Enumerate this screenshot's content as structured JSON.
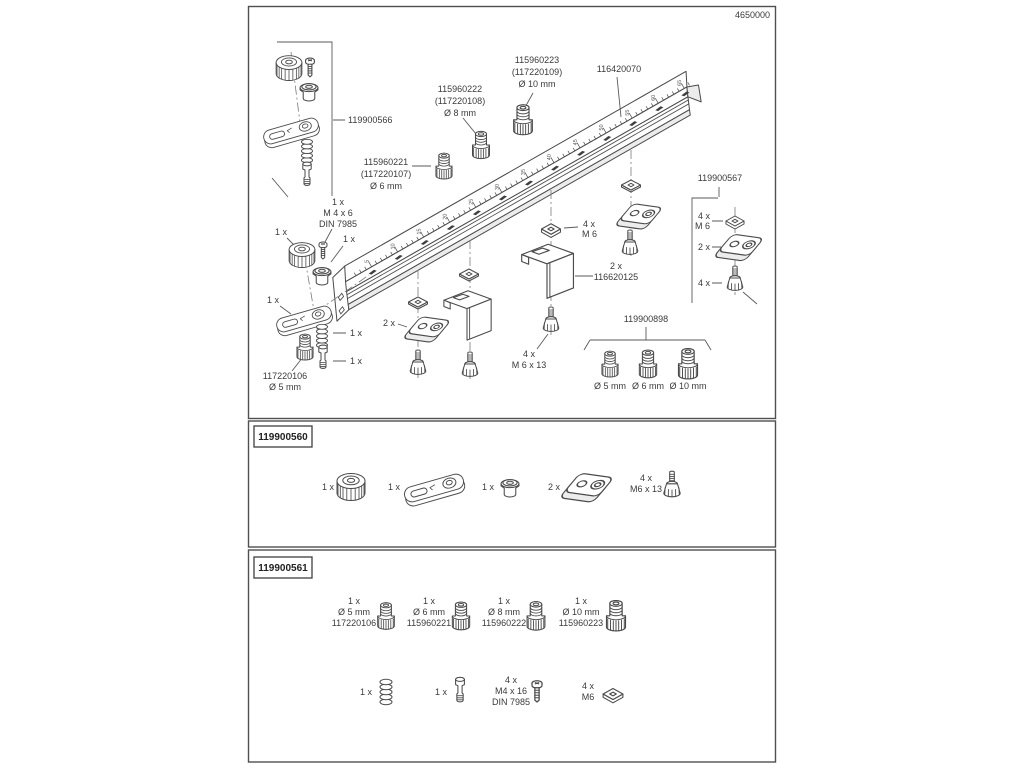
{
  "doc_number": "4650000",
  "qty": {
    "x1": "1 x",
    "x2": "2 x",
    "x4": "4 x"
  },
  "diagram": {
    "rail_part": "116420070",
    "rail_scale": [
      "5",
      "10",
      "15",
      "20",
      "25",
      "30",
      "35",
      "40",
      "45",
      "50",
      "55",
      "60",
      "65"
    ],
    "group_plate_assy": "119900566",
    "group_clamp_kit": "119900567",
    "group_bushing_kit": "119900898",
    "angle_bracket_part": "116620125",
    "m4_screw": {
      "spec": "M 4 x 6",
      "std": "DIN 7985"
    },
    "m6_nut": "M 6",
    "thumb_screw_spec": "M 6 x 13",
    "bushing_5": {
      "part": "117220106",
      "size": "Ø 5 mm"
    },
    "bushing_6": {
      "part": "115960221",
      "alt_part": "(117220107)",
      "size": "Ø 6 mm"
    },
    "bushing_8": {
      "part": "115960222",
      "alt_part": "(117220108)",
      "size": "Ø 8 mm"
    },
    "bushing_10": {
      "part": "115960223",
      "alt_part": "(117220109)",
      "size": "Ø 10 mm"
    },
    "bushing_kit_sizes": [
      "Ø 5 mm",
      "Ø 6 mm",
      "Ø 10 mm"
    ]
  },
  "kit560": {
    "label": "119900560",
    "thumb_spec": "M6 x 13"
  },
  "kit561": {
    "label": "119900561",
    "row1": [
      {
        "qty": "1 x",
        "size": "Ø 5 mm",
        "part": "117220106"
      },
      {
        "qty": "1 x",
        "size": "Ø 6 mm",
        "part": "115960221"
      },
      {
        "qty": "1 x",
        "size": "Ø 8 mm",
        "part": "115960222"
      },
      {
        "qty": "1 x",
        "size": "Ø 10 mm",
        "part": "115960223"
      }
    ],
    "screw": {
      "qty": "4 x",
      "spec": "M4 x 16",
      "std": "DIN 7985"
    },
    "nut": {
      "qty": "4 x",
      "spec": "M6"
    }
  },
  "colors": {
    "line": "#4a4a4a",
    "text": "#3a3a3a",
    "shade": "#ececec"
  }
}
